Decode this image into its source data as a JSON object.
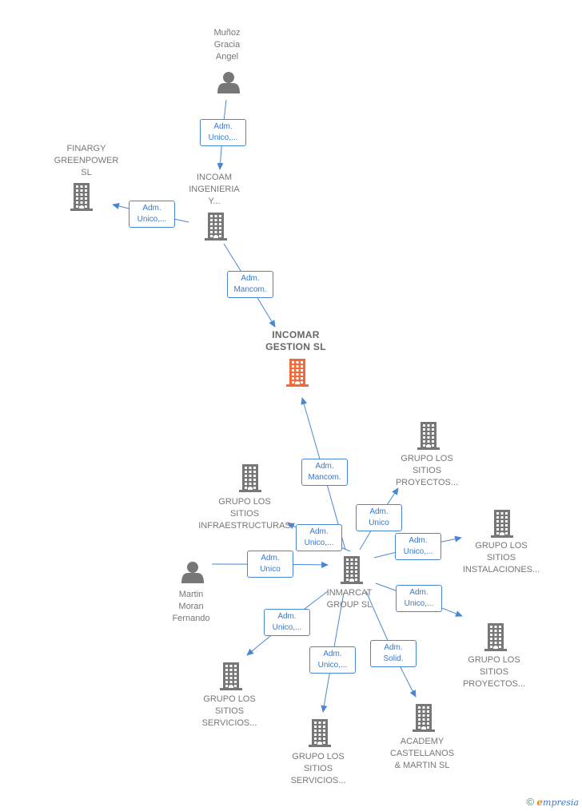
{
  "nodes": [
    {
      "id": "munoz",
      "kind": "person",
      "label": [
        "Muñoz",
        "Gracia",
        "Angel"
      ]
    },
    {
      "id": "finargy",
      "kind": "company",
      "label": [
        "FINARGY",
        "GREENPOWER",
        "SL"
      ]
    },
    {
      "id": "incoam",
      "kind": "company",
      "label": [
        "INCOAM",
        "INGENIERIA",
        "Y..."
      ]
    },
    {
      "id": "incomar",
      "kind": "company",
      "highlight": true,
      "label": [
        "INCOMAR",
        "GESTION  SL"
      ]
    },
    {
      "id": "infra",
      "kind": "company",
      "label": [
        "GRUPO LOS",
        "SITIOS",
        "INFRAESTRUCTURAS"
      ]
    },
    {
      "id": "proy1",
      "kind": "company",
      "label": [
        "GRUPO LOS",
        "SITIOS",
        "PROYECTOS..."
      ]
    },
    {
      "id": "instal",
      "kind": "company",
      "label": [
        "GRUPO LOS",
        "SITIOS",
        "INSTALACIONES..."
      ]
    },
    {
      "id": "martin",
      "kind": "person",
      "label": [
        "Martin",
        "Moran",
        "Fernando"
      ]
    },
    {
      "id": "inmarcat",
      "kind": "company",
      "label": [
        "INMARCAT",
        "GROUP  SL"
      ]
    },
    {
      "id": "proy2",
      "kind": "company",
      "label": [
        "GRUPO LOS",
        "SITIOS",
        "PROYECTOS..."
      ]
    },
    {
      "id": "serv1",
      "kind": "company",
      "label": [
        "GRUPO LOS",
        "SITIOS",
        "SERVICIOS..."
      ]
    },
    {
      "id": "serv2",
      "kind": "company",
      "label": [
        "GRUPO LOS",
        "SITIOS",
        "SERVICIOS..."
      ]
    },
    {
      "id": "academy",
      "kind": "company",
      "label": [
        "ACADEMY",
        "CASTELLANOS",
        "& MARTIN  SL"
      ]
    }
  ],
  "edges": [
    {
      "from": "munoz",
      "to": "incoam",
      "label": [
        "Adm.",
        "Unico,..."
      ]
    },
    {
      "from": "incoam",
      "to": "finargy",
      "label": [
        "Adm.",
        "Unico,..."
      ]
    },
    {
      "from": "incoam",
      "to": "incomar",
      "label": [
        "Adm.",
        "Mancom."
      ]
    },
    {
      "from": "inmarcat",
      "to": "incomar",
      "label": [
        "Adm.",
        "Mancom."
      ]
    },
    {
      "from": "inmarcat",
      "to": "infra",
      "label": [
        "Adm.",
        "Unico,..."
      ]
    },
    {
      "from": "inmarcat",
      "to": "proy1",
      "label": [
        "Adm.",
        "Unico"
      ]
    },
    {
      "from": "inmarcat",
      "to": "instal",
      "label": [
        "Adm.",
        "Unico,..."
      ]
    },
    {
      "from": "martin",
      "to": "inmarcat",
      "label": [
        "Adm.",
        "Unico"
      ]
    },
    {
      "from": "inmarcat",
      "to": "proy2",
      "label": [
        "Adm.",
        "Unico,..."
      ]
    },
    {
      "from": "inmarcat",
      "to": "serv1",
      "label": [
        "Adm.",
        "Unico,..."
      ]
    },
    {
      "from": "inmarcat",
      "to": "serv2",
      "label": [
        "Adm.",
        "Unico,..."
      ]
    },
    {
      "from": "inmarcat",
      "to": "academy",
      "label": [
        "Adm.",
        "Solid."
      ]
    }
  ],
  "colors": {
    "edge": "#4a86d6",
    "icon": "#777777",
    "highlight": "#f06a3a"
  },
  "footer": {
    "copyright_symbol": "©",
    "brand_initial": "e",
    "brand_rest": "mpresia"
  }
}
